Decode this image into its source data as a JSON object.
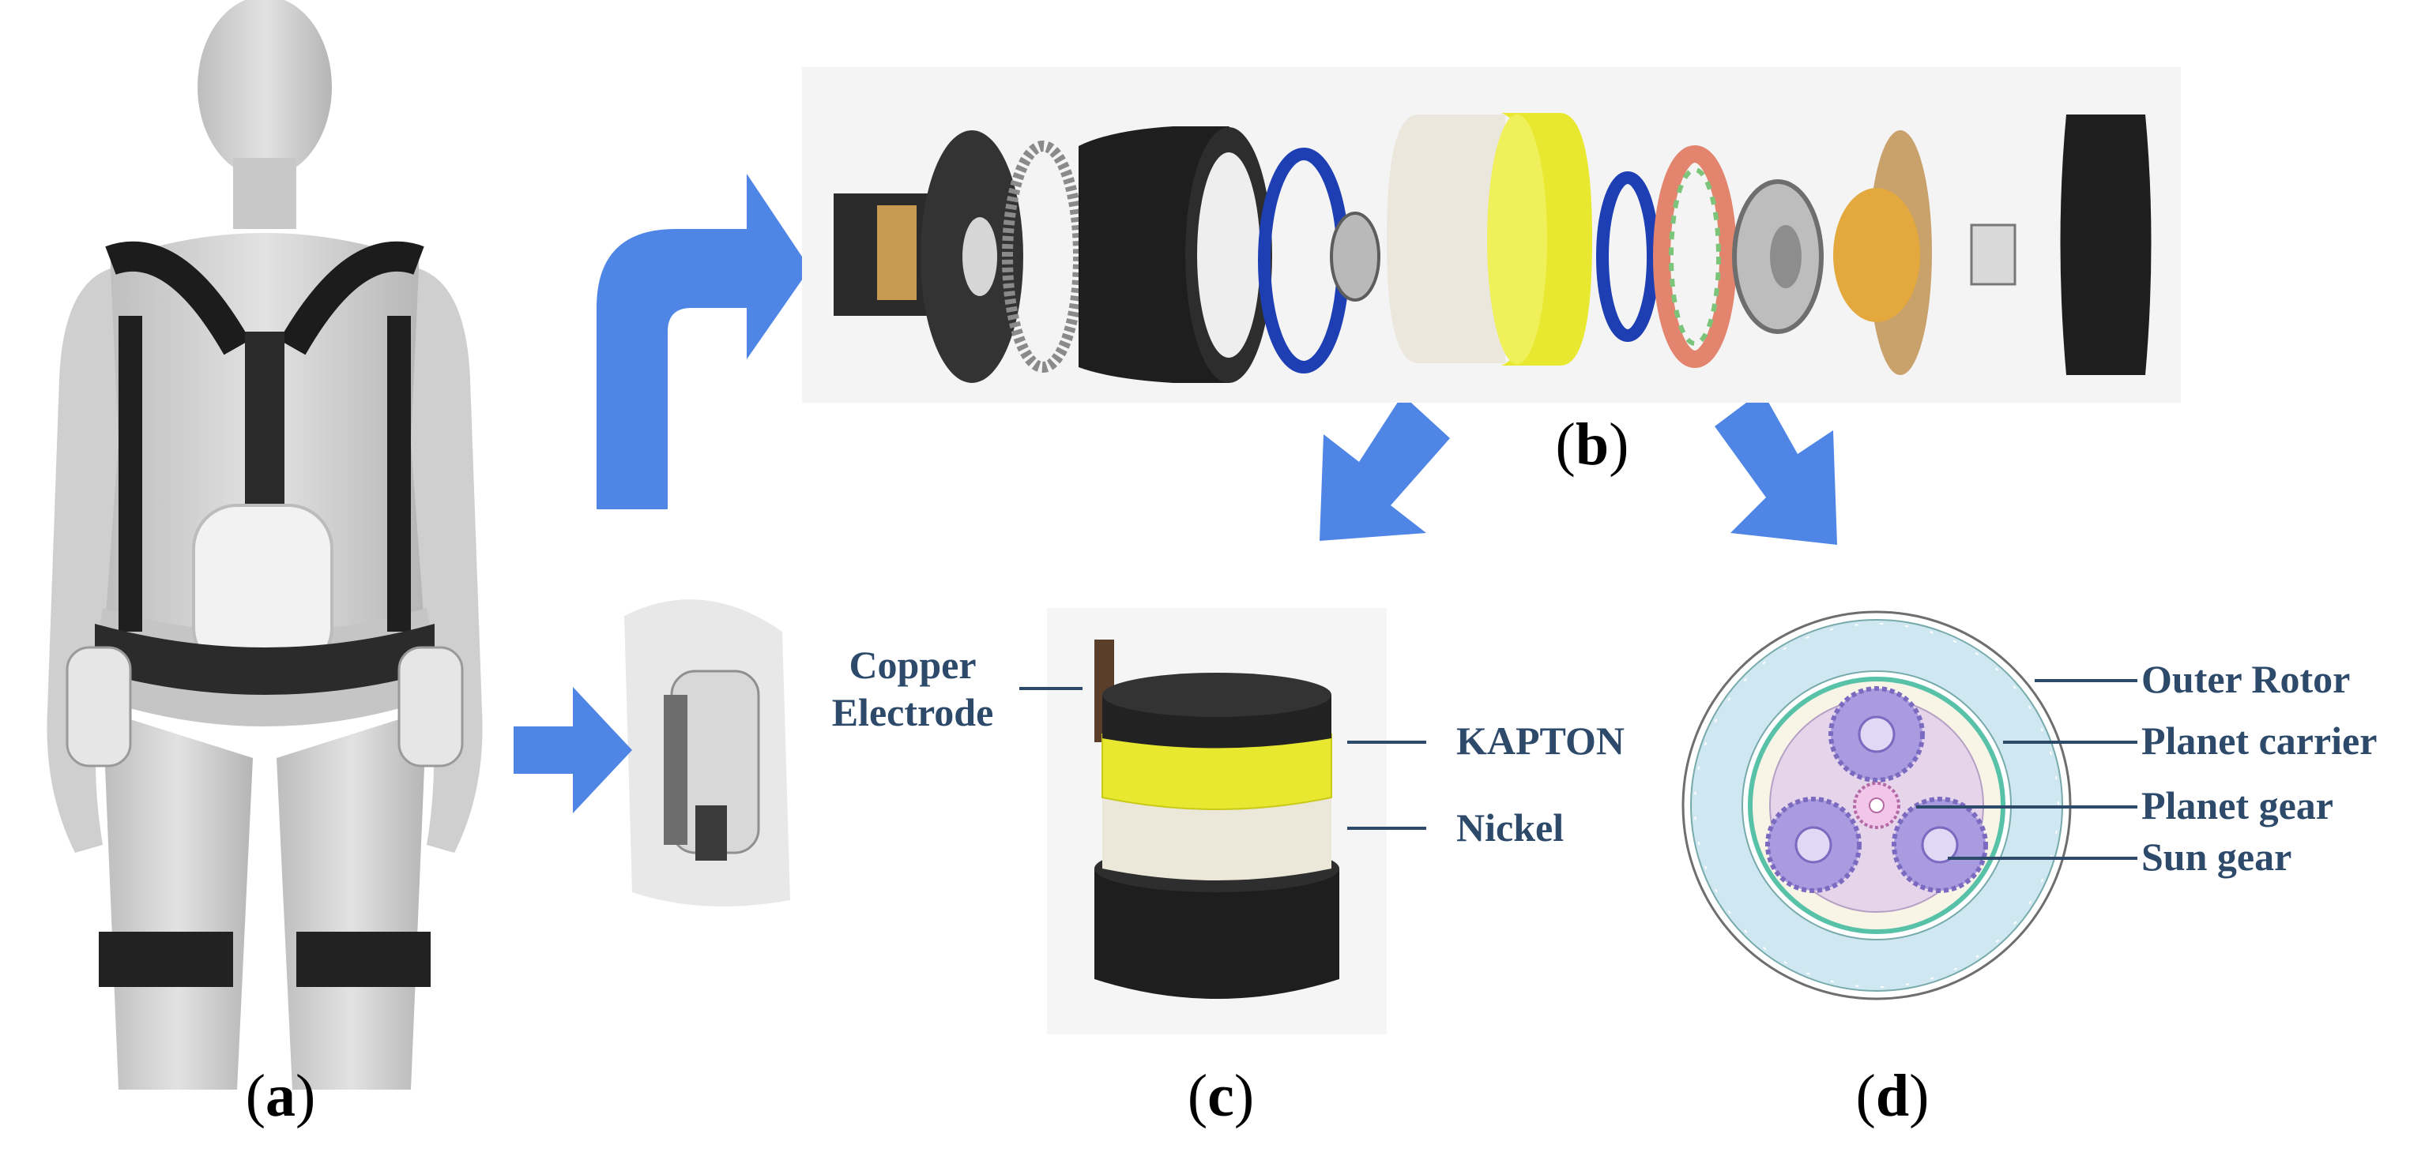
{
  "captions": {
    "a": "a",
    "b": "b",
    "c": "c",
    "d": "d"
  },
  "labels_c": {
    "copper_line1": "Copper",
    "copper_line2": "Electrode",
    "kapton": "KAPTON",
    "nickel": "Nickel"
  },
  "labels_d": {
    "outer_rotor": "Outer Rotor",
    "planet_carrier": "Planet carrier",
    "planet_gear": "Planet gear",
    "sun_gear": "Sun gear"
  },
  "colors": {
    "arrow": "#4f86e6",
    "label_text": "#2e4a6b",
    "kapton_yellow": "#e8e830",
    "anodized_blue": "#1d3fb3",
    "copper": "#d4a23c",
    "gear_purple": "#a99be0"
  }
}
